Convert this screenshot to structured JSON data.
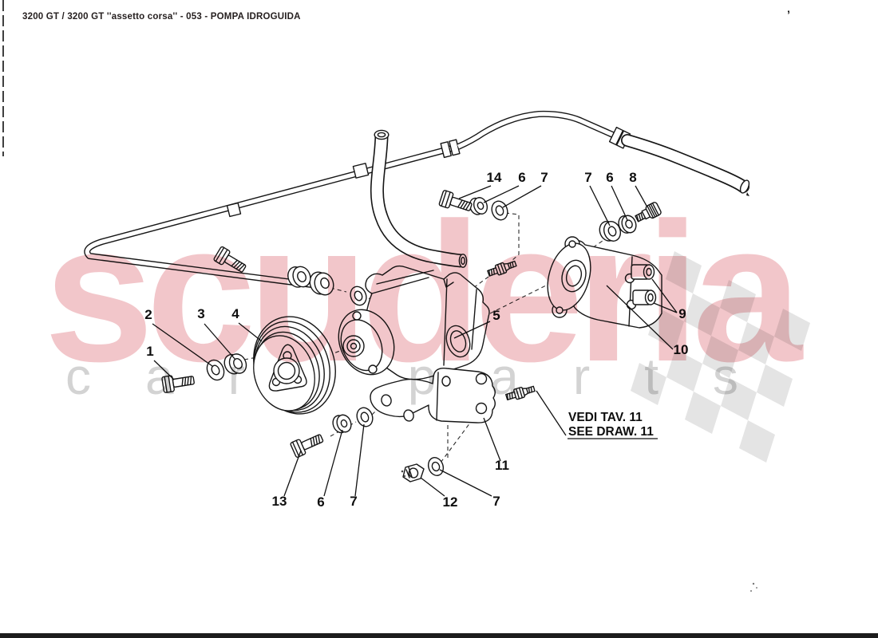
{
  "header": {
    "title": "3200 GT / 3200 GT ''assetto corsa'' - 053 - POMPA IDROGUIDA"
  },
  "artifacts": {
    "corner_mark": "’"
  },
  "watermark": {
    "brand": "scuderia",
    "subtitle": "car parts",
    "brand_color": "#cb2434",
    "subtitle_color": "#919191"
  },
  "note": {
    "line1": "VEDI TAV. 11",
    "line2": "SEE DRAW. 11"
  },
  "callouts": [
    {
      "label": "14"
    },
    {
      "label": "6"
    },
    {
      "label": "7"
    },
    {
      "label": "7"
    },
    {
      "label": "6"
    },
    {
      "label": "8"
    },
    {
      "label": "2"
    },
    {
      "label": "3"
    },
    {
      "label": "4"
    },
    {
      "label": "1"
    },
    {
      "label": "5"
    },
    {
      "label": "9"
    },
    {
      "label": "10"
    },
    {
      "label": "11"
    },
    {
      "label": "13"
    },
    {
      "label": "6"
    },
    {
      "label": "7"
    },
    {
      "label": "12"
    },
    {
      "label": "7"
    }
  ],
  "diagram": {
    "subject": "power steering pump exploded view",
    "line_color": "#161616",
    "flag_color": "#dcdcdc"
  }
}
